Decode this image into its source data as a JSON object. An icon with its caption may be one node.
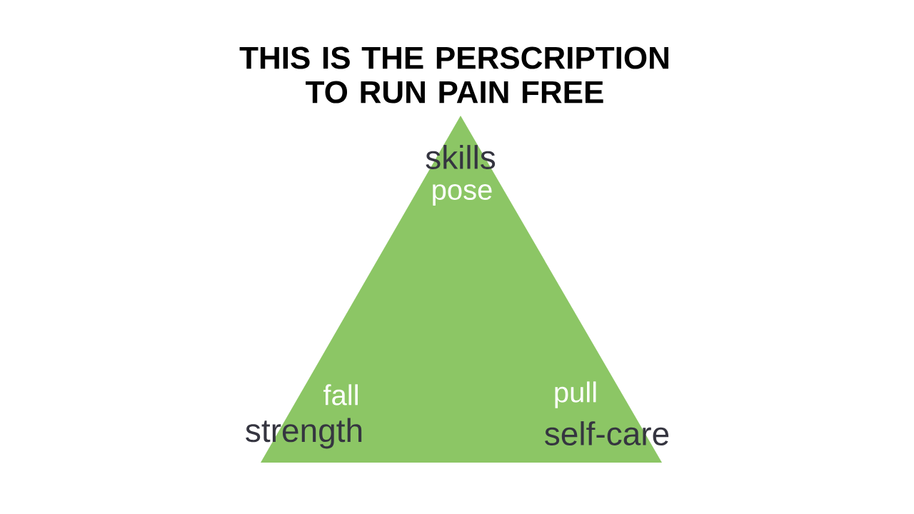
{
  "diagram": {
    "title": "THIS IS THE PERSCRIPTION TO RUN PAIN FREE",
    "nodes": [
      {
        "text": [
          "skills",
          "pose",
          "fall",
          "strength",
          "pull",
          "self-care"
        ]
      }
    ]
  }
}
